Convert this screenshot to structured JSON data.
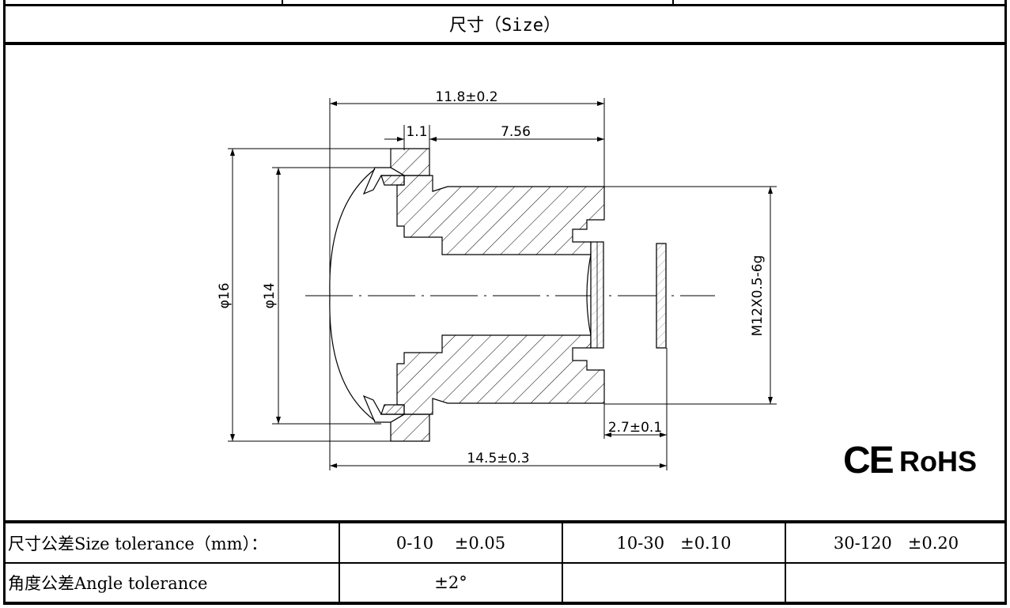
{
  "header": {
    "title": "尺寸（Size）"
  },
  "drawing": {
    "dimensions": {
      "overall_top": "11.8±0.2",
      "flange": "1.1",
      "barrel": "7.56",
      "diameter_outer": "φ16",
      "diameter_inner": "φ14",
      "thread": "M12X0.5-6g",
      "filter_gap": "2.7±0.1",
      "overall_bottom": "14.5±0.3"
    },
    "marks": {
      "ce": "CE",
      "rohs": "RoHS"
    }
  },
  "tolerance": {
    "size": {
      "label": "尺寸公差Size tolerance（mm）：",
      "r1": "0-10    ±0.05",
      "r2": "10-30   ±0.10",
      "r3": "30-120   ±0.20"
    },
    "angle": {
      "label": "角度公差Angle tolerance",
      "r1": "±2°",
      "r2": "",
      "r3": ""
    }
  }
}
